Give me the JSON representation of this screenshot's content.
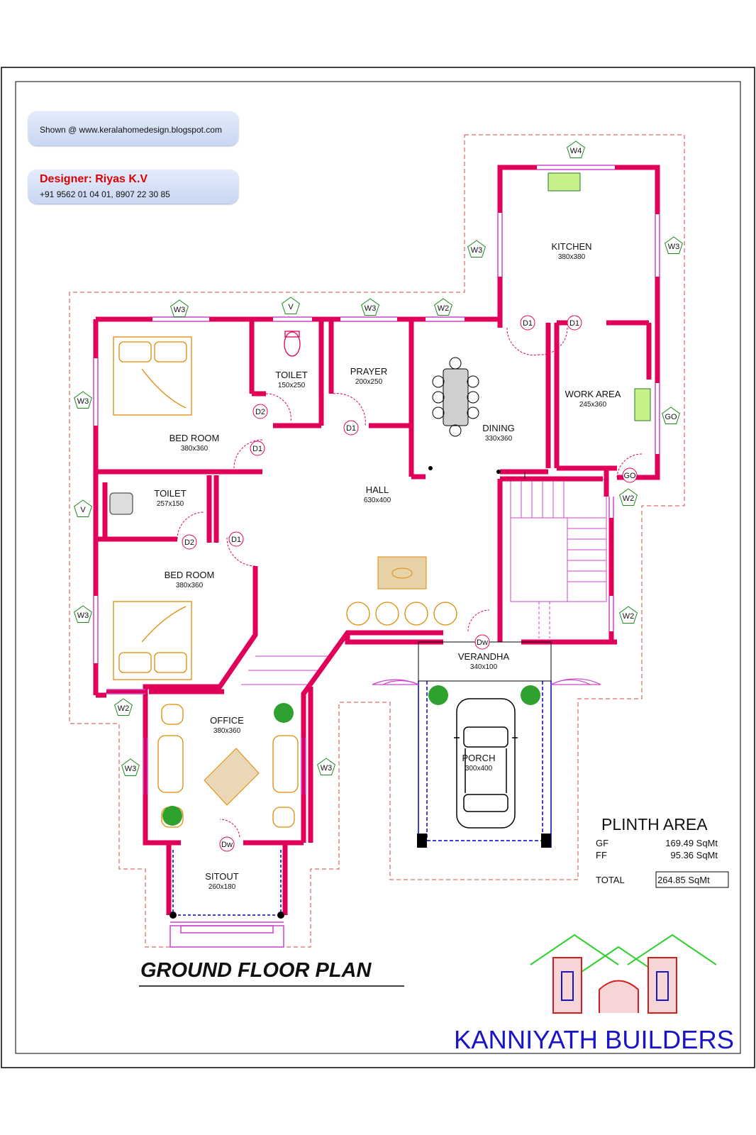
{
  "credit": "Shown @  www.keralahomedesign.blogspot.com",
  "designer": {
    "name": "Designer: Riyas K.V",
    "phone": "+91 9562 01 04 01, 8907 22 30 85"
  },
  "rooms": [
    {
      "name": "KITCHEN",
      "size": "380x380"
    },
    {
      "name": "TOILET",
      "size": "150x250"
    },
    {
      "name": "PRAYER",
      "size": "200x250"
    },
    {
      "name": "WORK AREA",
      "size": "245x360"
    },
    {
      "name": "BED ROOM",
      "size": "380x360"
    },
    {
      "name": "DINING",
      "size": "330x360"
    },
    {
      "name": "HALL",
      "size": "630x400"
    },
    {
      "name": "TOILET",
      "size": "257x150"
    },
    {
      "name": "BED ROOM",
      "size": "380x360"
    },
    {
      "name": "VERANDHA",
      "size": "340x100"
    },
    {
      "name": "OFFICE",
      "size": "380x360"
    },
    {
      "name": "PORCH",
      "size": "300x400"
    },
    {
      "name": "SITOUT",
      "size": "260x180"
    }
  ],
  "openings": [
    {
      "kind": "window",
      "label": "W4"
    },
    {
      "kind": "window",
      "label": "W3"
    },
    {
      "kind": "window",
      "label": "W3"
    },
    {
      "kind": "window",
      "label": "W3"
    },
    {
      "kind": "vent",
      "label": "V"
    },
    {
      "kind": "window",
      "label": "W3"
    },
    {
      "kind": "window",
      "label": "W2"
    },
    {
      "kind": "window",
      "label": "W3"
    },
    {
      "kind": "window",
      "label": "GO"
    },
    {
      "kind": "window",
      "label": "W2"
    },
    {
      "kind": "vent",
      "label": "V"
    },
    {
      "kind": "window",
      "label": "W3"
    },
    {
      "kind": "window",
      "label": "W2"
    },
    {
      "kind": "window",
      "label": "W2"
    },
    {
      "kind": "window",
      "label": "W3"
    },
    {
      "kind": "window",
      "label": "W3"
    }
  ],
  "doors": [
    {
      "label": "D1"
    },
    {
      "label": "D1"
    },
    {
      "label": "D2"
    },
    {
      "label": "D1"
    },
    {
      "label": "D1"
    },
    {
      "label": "GO"
    },
    {
      "label": "D2"
    },
    {
      "label": "D1"
    },
    {
      "label": "Dw"
    },
    {
      "label": "Dw"
    }
  ],
  "plan_title": "GROUND FLOOR PLAN",
  "plinth": {
    "title": "PLINTH AREA",
    "rows": [
      {
        "label": "GF",
        "value": "169.49 SqMt"
      },
      {
        "label": "FF",
        "value": "95.36 SqMt"
      }
    ],
    "total_label": "TOTAL",
    "total_value": "264.85 SqMt"
  },
  "builder": "KANNIYATH BUILDERS",
  "colors": {
    "wall": "#e0005a",
    "window": "#cc44cc",
    "dash": "#d04a3c",
    "furniture": "#e08a00",
    "tag": "#1a8a1a",
    "porch_line": "#0000cc",
    "builder_text": "#1a14c8"
  }
}
